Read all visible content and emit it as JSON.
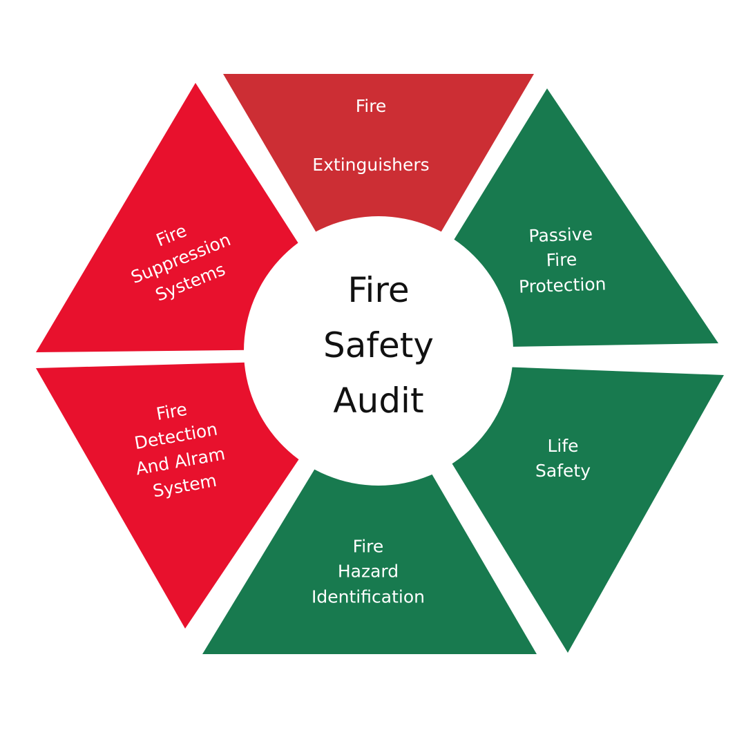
{
  "title": [
    "Fire",
    "Safety",
    "Audit"
  ],
  "colors": {
    "top_red": "#cc2e34",
    "red": "#e8112d",
    "green": "#187a4f"
  },
  "segments": [
    {
      "lines": [
        "Fire",
        "Extinguishers"
      ],
      "color": "top_red"
    },
    {
      "lines": [
        "Passive",
        "Fire",
        "Protection"
      ],
      "color": "green"
    },
    {
      "lines": [
        "Life",
        "Safety"
      ],
      "color": "green"
    },
    {
      "lines": [
        "Fire",
        "Hazard",
        "Identification"
      ],
      "color": "green"
    },
    {
      "lines": [
        "Fire",
        "Detection",
        "And Alram",
        "System"
      ],
      "color": "red"
    },
    {
      "lines": [
        "Fire",
        "Suppression",
        "Systems"
      ],
      "color": "red"
    }
  ]
}
